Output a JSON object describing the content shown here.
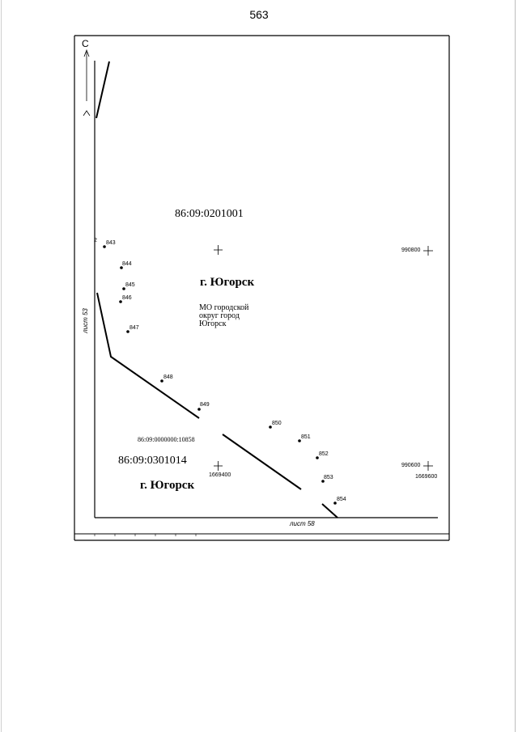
{
  "page_number": "563",
  "north_label": "С",
  "districts": {
    "upper": "86:09:0201001",
    "lower": "86:09:0301014"
  },
  "city_labels": {
    "upper": "г. Югорск",
    "lower": "г. Югорск"
  },
  "mo_label": "МО городской округ город Югорск",
  "parcel_label": "86:09:0000000:10858",
  "sheet_labels": {
    "left": "лист 53",
    "bottom": "лист 58"
  },
  "coordinates": {
    "y_upper": "990800",
    "y_lower": "990600",
    "x_left": "1669400",
    "x_right": "1669600"
  },
  "points": [
    {
      "id": "2"
    },
    {
      "id": "843"
    },
    {
      "id": "844"
    },
    {
      "id": "845"
    },
    {
      "id": "846"
    },
    {
      "id": "847"
    },
    {
      "id": "848"
    },
    {
      "id": "849"
    },
    {
      "id": "850"
    },
    {
      "id": "851"
    },
    {
      "id": "852"
    },
    {
      "id": "853"
    },
    {
      "id": "854"
    }
  ]
}
